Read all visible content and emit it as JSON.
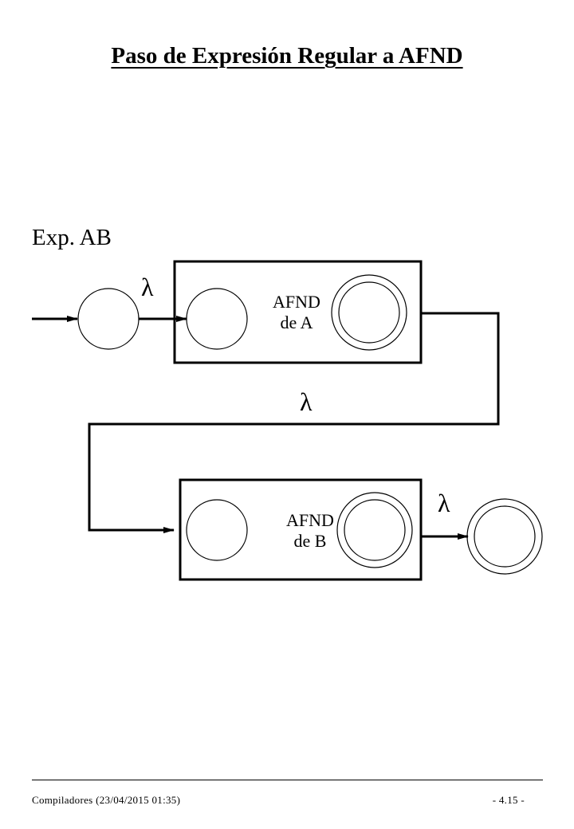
{
  "title": "Paso de Expresión Regular a AFND",
  "expression_label": "Exp. AB",
  "automaton_a": {
    "line1": "AFND",
    "line2": "de A"
  },
  "automaton_b": {
    "line1": "AFND",
    "line2": "de B"
  },
  "transitions": {
    "start_to_a": "λ",
    "a_to_b": "λ",
    "b_to_final": "λ"
  },
  "footer": {
    "left": "Compiladores (23/04/2015  01:35)",
    "right": "- 4.15 -"
  }
}
